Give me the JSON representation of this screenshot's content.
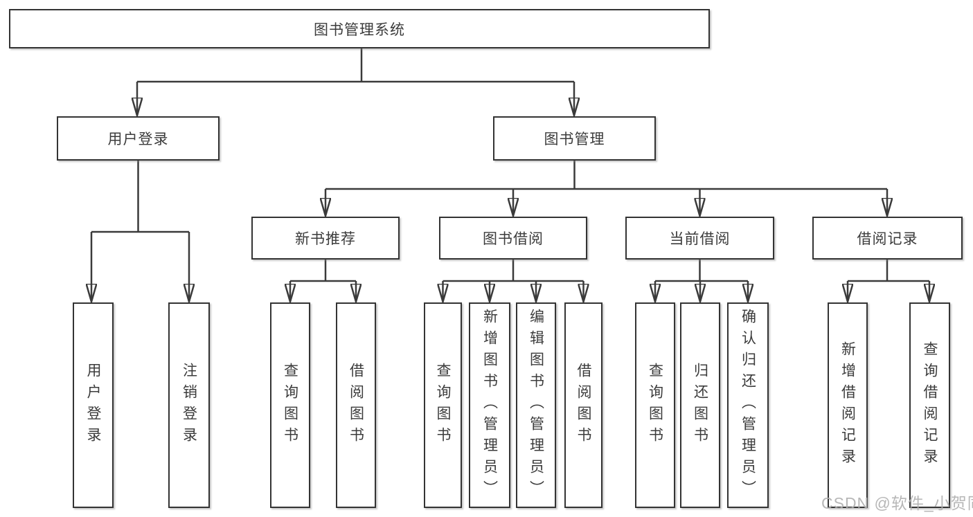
{
  "diagram": {
    "root": {
      "label": "图书管理系统"
    },
    "level2": [
      {
        "label": "用户登录"
      },
      {
        "label": "图书管理"
      }
    ],
    "level3": [
      {
        "label": "新书推荐"
      },
      {
        "label": "图书借阅"
      },
      {
        "label": "当前借阅"
      },
      {
        "label": "借阅记录"
      }
    ],
    "leaves": [
      {
        "label": "用户登录"
      },
      {
        "label": "注销登录"
      },
      {
        "label": "查询图书"
      },
      {
        "label": "借阅图书"
      },
      {
        "label": "查询图书"
      },
      {
        "label": "新增图书（管理员）"
      },
      {
        "label": "编辑图书（管理员）"
      },
      {
        "label": "借阅图书"
      },
      {
        "label": "查询图书"
      },
      {
        "label": "归还图书"
      },
      {
        "label": "确认归还（管理员）"
      },
      {
        "label": "新增借阅记录"
      },
      {
        "label": "查询借阅记录"
      }
    ]
  },
  "watermark": {
    "text": "CSDN @软件_小贺同学"
  },
  "colors": {
    "line": "#3a3a3a",
    "box-border": "#333333",
    "text": "#3b3b3b",
    "watermark": "#b0b0b0",
    "background": "#ffffff"
  }
}
